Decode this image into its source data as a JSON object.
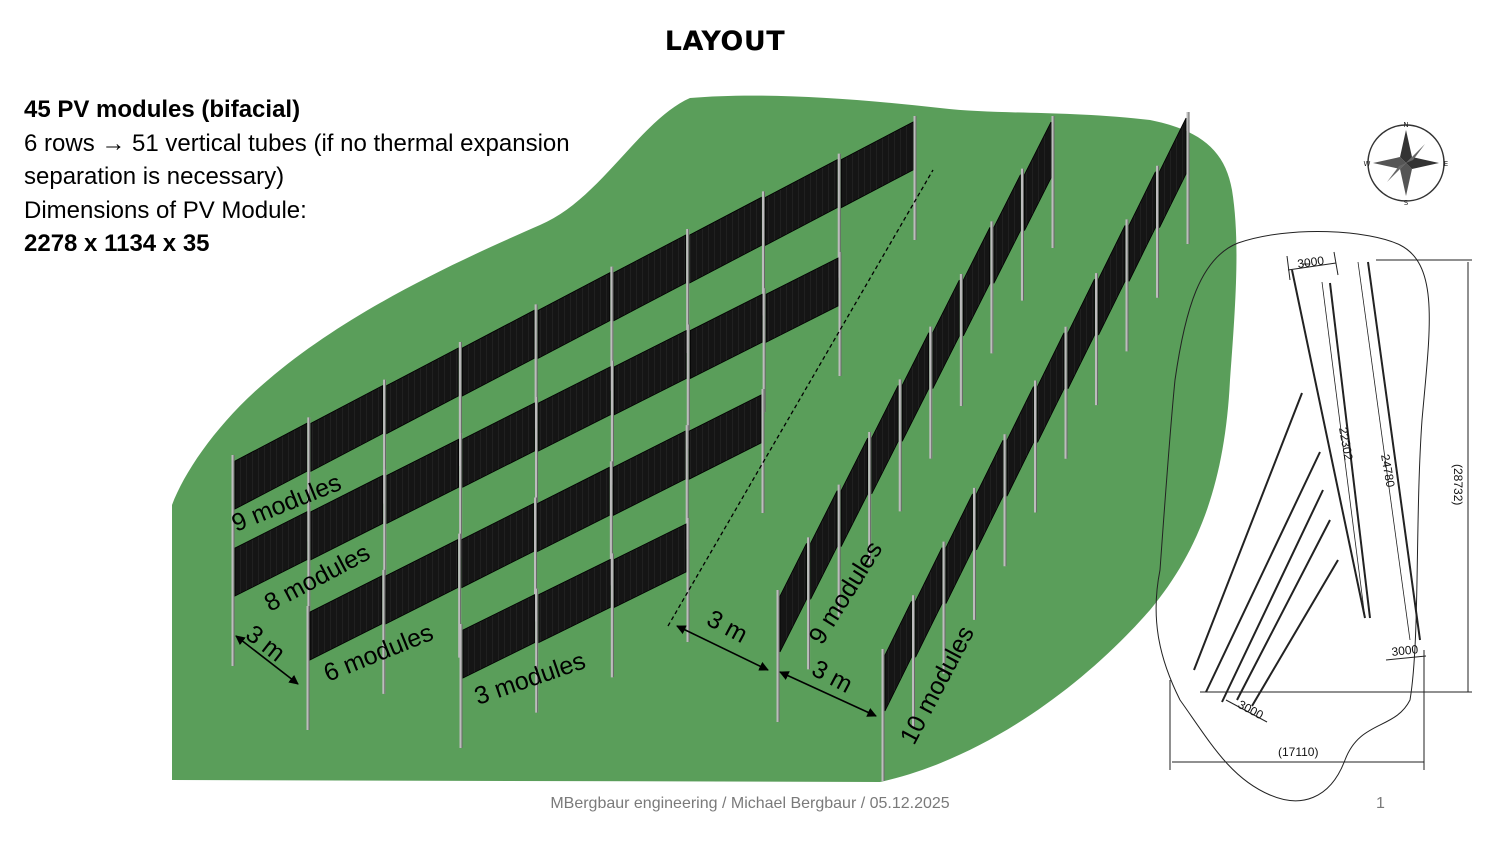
{
  "slide": {
    "title": "LAYOUT",
    "footer": "MBergbaur engineering / Michael Bergbaur / 05.12.2025",
    "page_number": "1"
  },
  "info": {
    "line1": "45 PV modules (bifacial)",
    "line2": "6 rows → 51 vertical tubes (if no thermal expansion",
    "line3": "separation is necessary)",
    "line4": "Dimensions of PV Module:",
    "line5": "2278 x 1134 x 35"
  },
  "scene": {
    "row_labels": [
      "9 modules",
      "8 modules",
      "6 modules",
      "3 modules",
      "9 modules",
      "10 modules"
    ],
    "spacing_label": "3 m",
    "colors": {
      "ground": "#5a9e5a",
      "panel": "#171717",
      "post": "#bcbcbc"
    }
  },
  "compass": {
    "n": "N",
    "s": "S",
    "e": "E",
    "w": "W"
  },
  "plan": {
    "dim_3000": "3000",
    "dim_22302": "22302",
    "dim_24780": "24780",
    "dim_28732": "(28732)",
    "dim_17110": "(17110)"
  }
}
